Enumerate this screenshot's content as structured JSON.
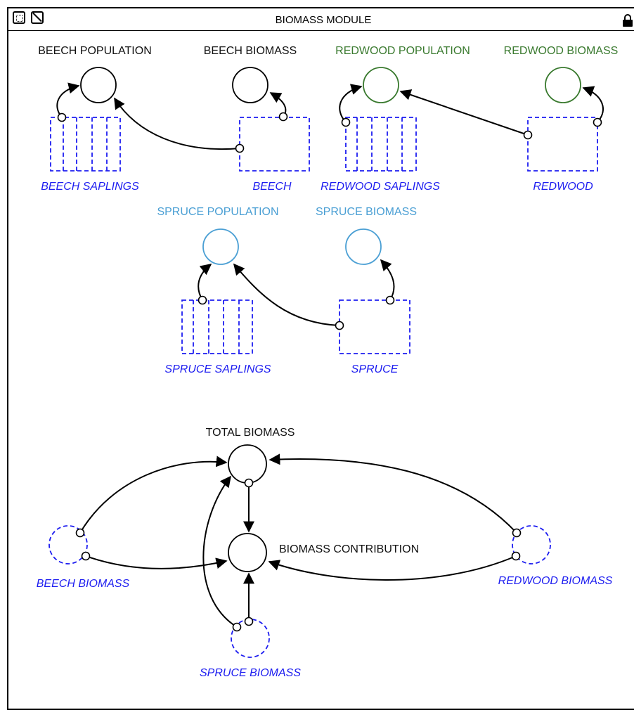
{
  "module_title": "BIOMASS MODULE",
  "toolbar": {
    "select_icon": "select-frame-icon",
    "link_icon": "link-icon",
    "lock_icon": "lock-icon"
  },
  "colors": {
    "black": "#000000",
    "green": "#3a7a2f",
    "sky_blue": "#4a9fd4",
    "dashed_blue": "#1c1cf0"
  },
  "variables": {
    "beech_population": "BEECH POPULATION",
    "beech_biomass": "BEECH BIOMASS",
    "redwood_population": "REDWOOD POPULATION",
    "redwood_biomass": "REDWOOD BIOMASS",
    "spruce_population": "SPRUCE POPULATION",
    "spruce_biomass": "SPRUCE BIOMASS",
    "total_biomass": "TOTAL BIOMASS",
    "biomass_contribution": "BIOMASS CONTRIBUTION"
  },
  "ghosts": {
    "beech_saplings": "BEECH SAPLINGS",
    "beech": "BEECH",
    "redwood_saplings": "REDWOOD SAPLINGS",
    "redwood": "REDWOOD",
    "spruce_saplings": "SPRUCE SAPLINGS",
    "spruce": "SPRUCE",
    "beech_biomass": "BEECH BIOMASS",
    "redwood_biomass": "REDWOOD BIOMASS",
    "spruce_biomass": "SPRUCE BIOMASS"
  }
}
